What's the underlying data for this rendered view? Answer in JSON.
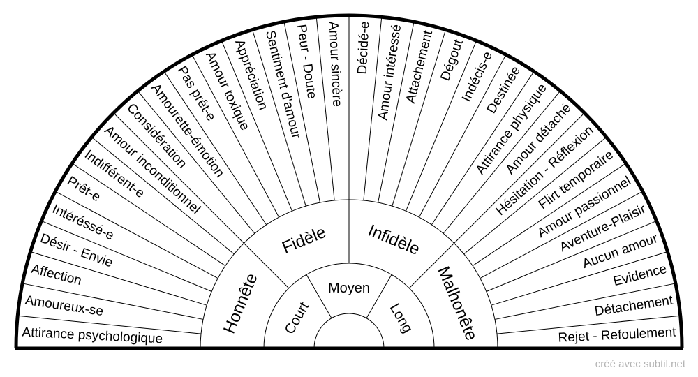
{
  "footer_text": "créé avec subtil.net",
  "colors": {
    "ink": "#000000",
    "background": "#ffffff",
    "footer": "#b3b3b3"
  },
  "diagram": {
    "inner_ring": [
      "Court",
      "Moyen",
      "Long"
    ],
    "middle_ring": [
      "Honnête",
      "Fidèle",
      "Infidèle",
      "Malhonête"
    ],
    "outer_ring": [
      "Attirance psychologique",
      "Amoureux-se",
      "Affection",
      "Désir - Envie",
      "Intéréssé-e",
      "Prêt-e",
      "Indifférent-e",
      "Amour inconditionnel",
      "Considération",
      "Amourette-émotion",
      "Pas prêt-e",
      "Amour toxique",
      "Appréciation",
      "Sentiment d'amour",
      "Peur - Doute",
      "Amour sincère",
      "Décidé-e",
      "Amour intéressé",
      "Attachement",
      "Dégout",
      "Indécis-e",
      "Destinée",
      "Attirance physique",
      "Amour détaché",
      "Hésitation - Réflexion",
      "Flirt temporaire",
      "Amour passionnel",
      "Aventure-Plaisir",
      "Aucun amour",
      "Evidence",
      "Détachement",
      "Rejet - Refoulement"
    ]
  }
}
